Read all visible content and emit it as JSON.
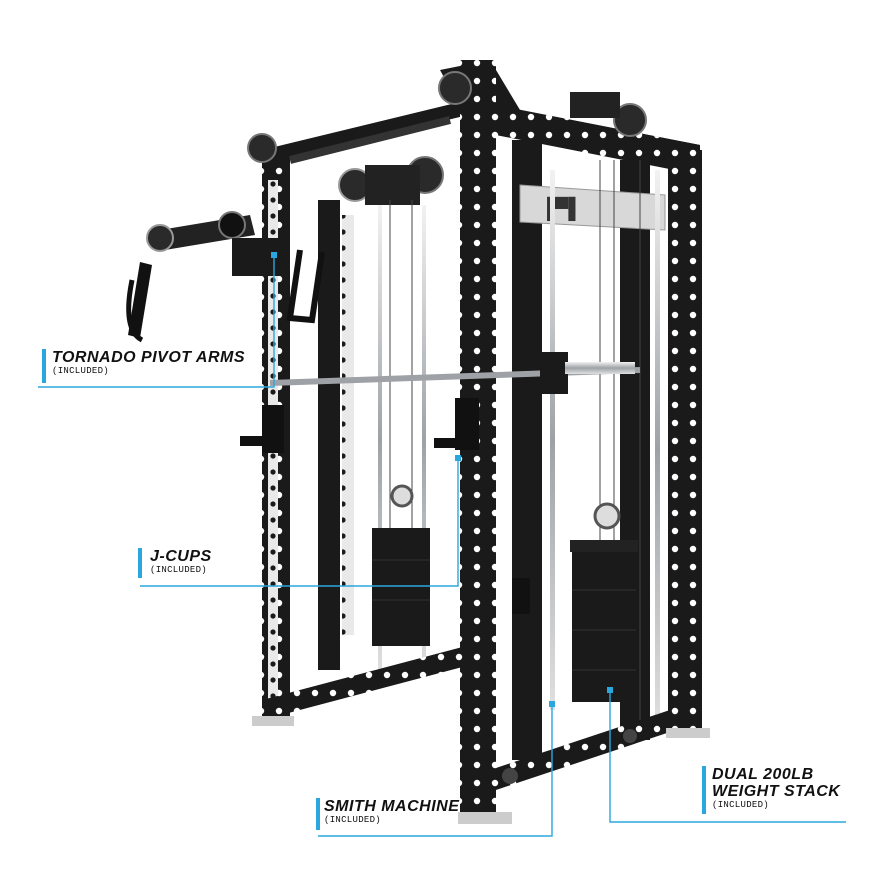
{
  "callouts": {
    "tornado": {
      "title": "TORNADO PIVOT ARMS",
      "sub": "(INCLUDED)"
    },
    "jcups": {
      "title": "J-CUPS",
      "sub": "(INCLUDED)"
    },
    "smith": {
      "title": "SMITH MACHINE",
      "sub": "(INCLUDED)"
    },
    "weight": {
      "title_line1": "DUAL 200LB",
      "title_line2": "WEIGHT STACK",
      "sub": "(INCLUDED)"
    }
  },
  "colors": {
    "accent": "#2aa7de",
    "frame": "#1a1a1a",
    "chrome": "#b9bcbf"
  }
}
